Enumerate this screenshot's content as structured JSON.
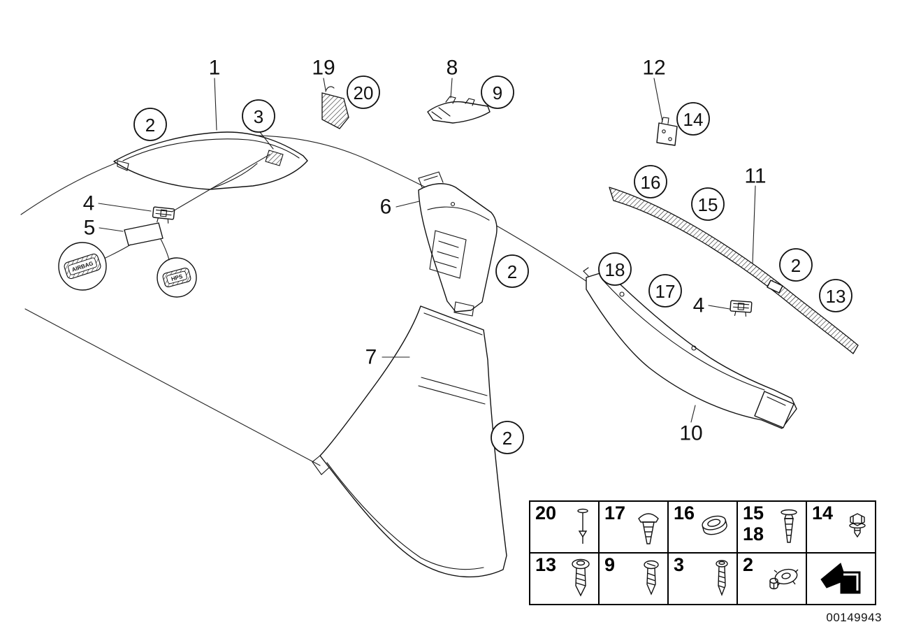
{
  "doc_number": "00149943",
  "callouts": {
    "plain": {
      "p1": "1",
      "p19": "19",
      "p8": "8",
      "p12": "12",
      "p4a": "4",
      "p5": "5",
      "p6": "6",
      "p7": "7",
      "p11": "11",
      "p4b": "4",
      "p10": "10"
    },
    "circled": {
      "c2a": "2",
      "c3": "3",
      "c20": "20",
      "c9": "9",
      "c14": "14",
      "c16": "16",
      "c15": "15",
      "c2b": "2",
      "c2c": "2",
      "c18": "18",
      "c17": "17",
      "c2d": "2",
      "c13": "13"
    }
  },
  "badges": {
    "airbag": "AIRBAG",
    "hps": "HPS"
  },
  "legend": {
    "cells": [
      {
        "label": "20",
        "icon": "pin-rivet-icon"
      },
      {
        "label": "17",
        "icon": "expanding-rivet-icon"
      },
      {
        "label": "16",
        "icon": "grommet-icon"
      },
      {
        "label": "15",
        "label2": "18",
        "icon": "push-rivet-icon"
      },
      {
        "label": "14",
        "icon": "hex-screw-icon"
      },
      {
        "label": "13",
        "icon": "pan-head-screw-icon"
      },
      {
        "label": "9",
        "icon": "screw-icon"
      },
      {
        "label": "3",
        "icon": "tapping-screw-icon"
      },
      {
        "label": "2",
        "icon": "expanding-nut-icon"
      },
      {
        "label": "",
        "icon": "continuation-arrow-icon"
      }
    ]
  }
}
